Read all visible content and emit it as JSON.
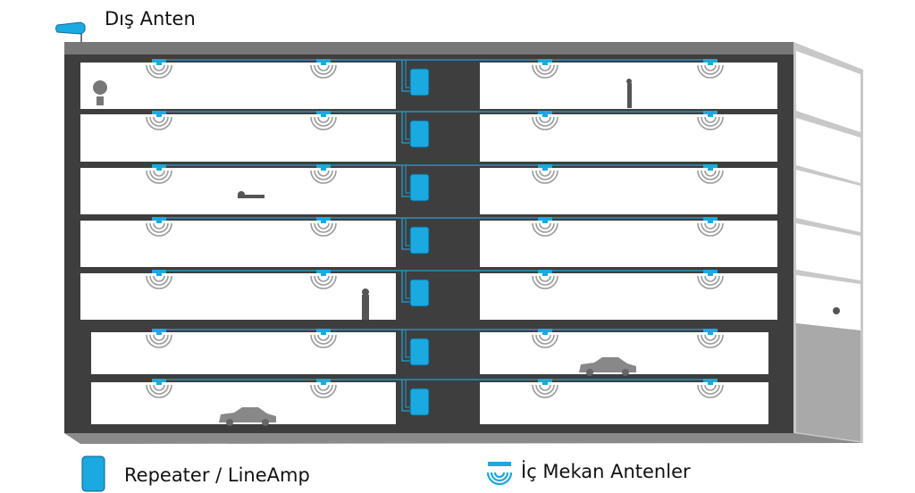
{
  "diagram": {
    "outdoor_antenna_label": "Dış Anten",
    "legend": {
      "repeater_label": "Repeater / LineAmp",
      "indoor_antenna_label": "İç Mekan Antenler"
    },
    "floors": 7,
    "antennas_per_floor": 4,
    "colors": {
      "structure": "#3e3e3e",
      "roof": "#777777",
      "side": "#a9a9a9",
      "accent": "#1aa9e0",
      "cable": "#2a8fb8",
      "signal": "#9a9a9a"
    }
  }
}
